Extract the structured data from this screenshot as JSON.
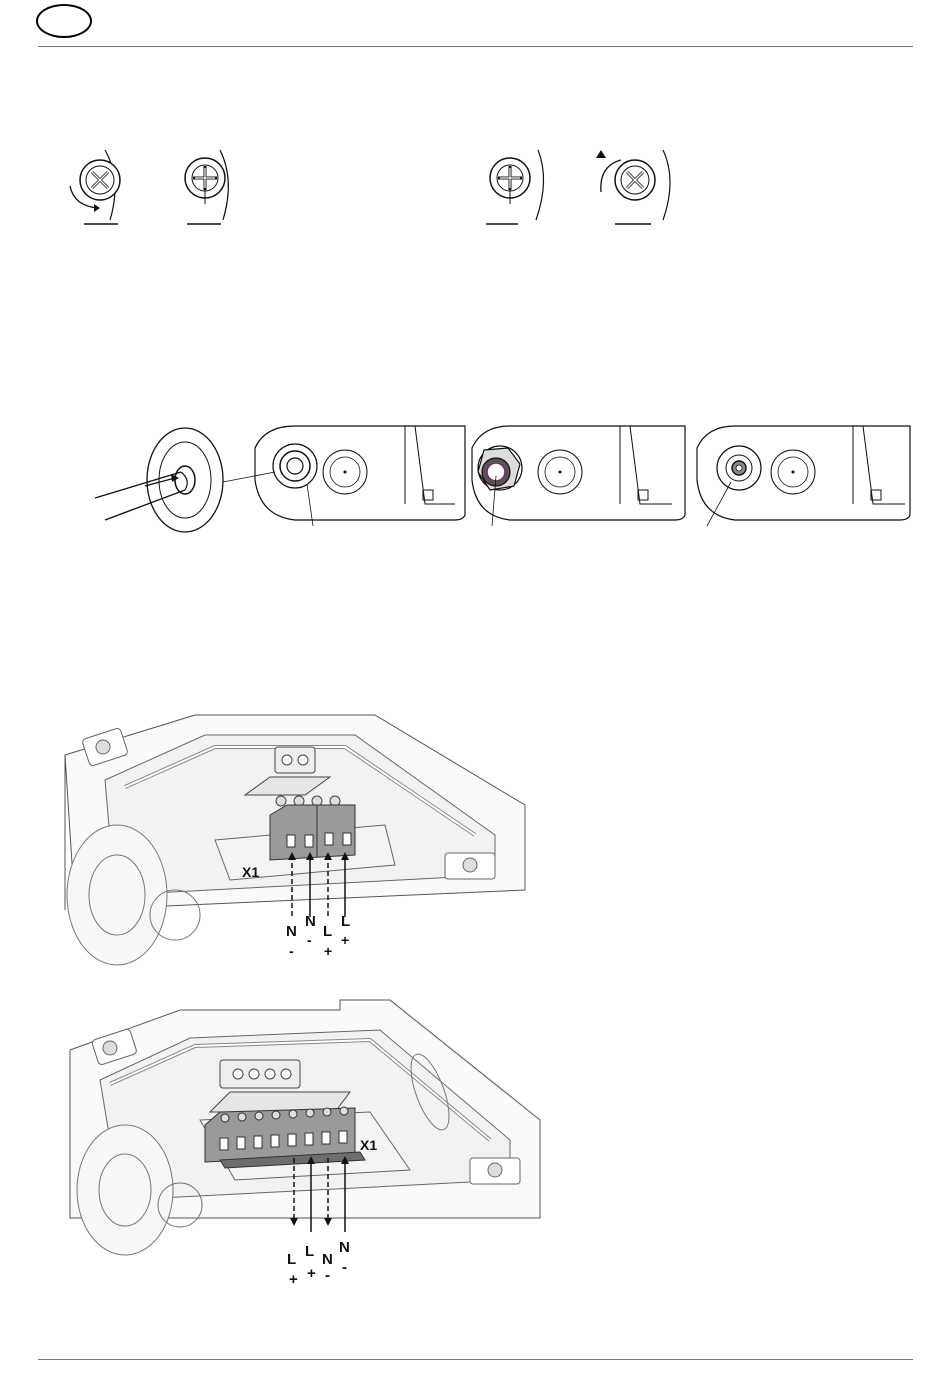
{
  "header": {
    "language_badge": ""
  },
  "diagram_top_terminal": {
    "block_label": "X1",
    "wires": [
      {
        "letter": "N",
        "sign": "-"
      },
      {
        "letter": "N",
        "sign": "-"
      },
      {
        "letter": "L",
        "sign": "+"
      },
      {
        "letter": "L",
        "sign": "+"
      }
    ]
  },
  "diagram_bottom_terminal": {
    "block_label": "X1",
    "wires": [
      {
        "letter": "L",
        "sign": "+"
      },
      {
        "letter": "L",
        "sign": "+"
      },
      {
        "letter": "N",
        "sign": "-"
      },
      {
        "letter": "N",
        "sign": "-"
      }
    ]
  },
  "colors": {
    "line": "#111111",
    "rule": "#777777",
    "terminal_gray": "#9a9a9a",
    "terminal_dark": "#6d6d6d"
  }
}
